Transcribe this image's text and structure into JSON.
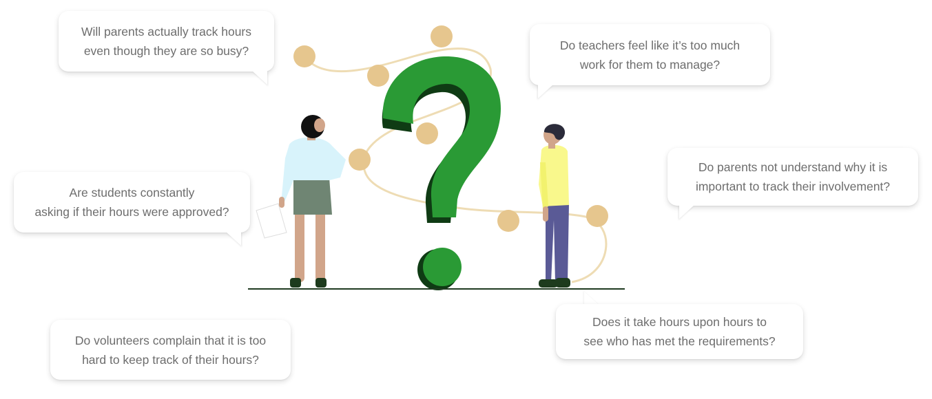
{
  "bubbles": {
    "parents_busy": "Will parents actually track hours\neven though they are so busy?",
    "teachers_work": "Do teachers feel like it’s too much\nwork for them to manage?",
    "parents_understand": "Do parents not understand why it is\nimportant to track their involvement?",
    "students_approved": "Are students constantly\nasking if their hours were approved?",
    "volunteers_complain": "Do volunteers complain that it is too\nhard to keep track of their hours?",
    "requirements_hours": "Does it take hours upon hours to\nsee who has met the requirements?"
  },
  "colors": {
    "question_mark": "#2a9a35",
    "question_mark_shadow": "#0f3b14",
    "dot": "#e6c68e",
    "path": "#eedcb4",
    "text": "#6d6d6d",
    "ground": "#1f3a20",
    "woman_shirt": "#d8f3fb",
    "woman_shorts": "#6f8573",
    "man_shirt": "#f9f88c",
    "man_pants": "#5a5a96",
    "skin": "#d1a58a"
  }
}
